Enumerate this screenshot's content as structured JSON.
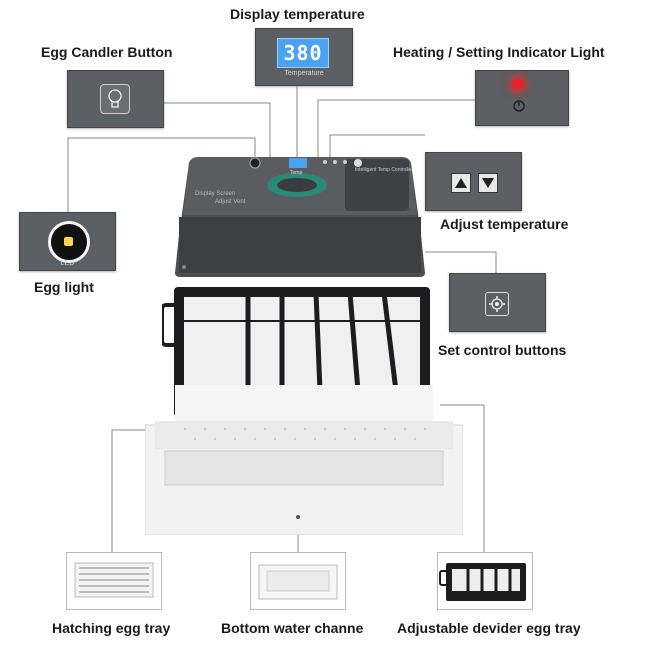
{
  "labels": {
    "display_temperature": "Display temperature",
    "egg_candler_button": "Egg Candler Button",
    "heating_indicator": "Heating / Setting Indicator Light",
    "adjust_temperature": "Adjust temperature",
    "egg_light": "Egg light",
    "set_control_buttons": "Set control buttons",
    "hatching_egg_tray": "Hatching egg tray",
    "bottom_water_channel": "Bottom water channe",
    "adjustable_divider_tray": "Adjustable devider egg tray"
  },
  "display": {
    "value": "380",
    "caption": "Temperature"
  },
  "led_caption": "LED",
  "incubator_lid": {
    "left_text": "Display Screen",
    "left_text2": "Adjust Vent",
    "panel_text": "Temp",
    "right_text": "Intelligent Temp Controller"
  },
  "colors": {
    "panel": "#5c5f63",
    "display_screen": "#4aa3f0",
    "indicator_red": "#e3262a",
    "lid": "#4b4d50",
    "tray_black": "#1d1d1f",
    "base_white": "#f2f2f2"
  },
  "icons": [
    "lightbulb-icon",
    "power-icon",
    "up-arrow-icon",
    "down-arrow-icon",
    "gear-icon"
  ]
}
